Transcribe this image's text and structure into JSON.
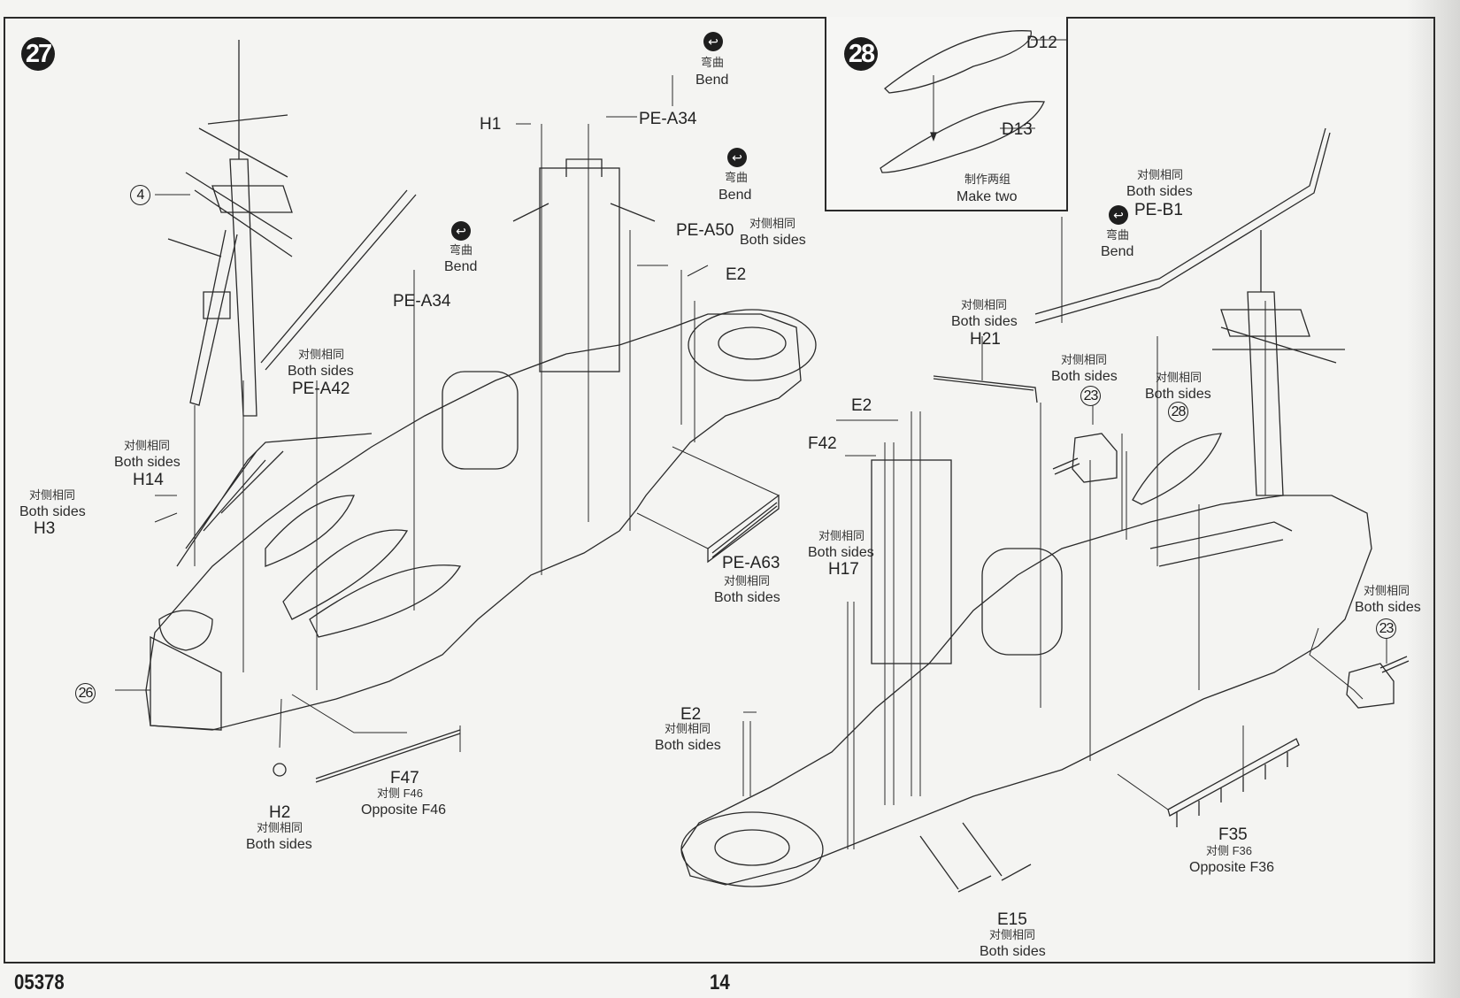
{
  "page": {
    "kit_number": "05378",
    "page_number": "14"
  },
  "steps": {
    "step27": {
      "number": "27"
    },
    "step28": {
      "number": "28",
      "parts": [
        "D12",
        "D13"
      ],
      "note_cn": "制作两组",
      "note_en": "Make two"
    }
  },
  "common": {
    "both_sides_cn": "对侧相同",
    "both_sides_en": "Both sides",
    "bend_cn": "弯曲",
    "bend_en": "Bend",
    "opposite_cn_prefix": "对侧"
  },
  "callouts": {
    "ref4": "4",
    "ref26": "26",
    "ref23a": "23",
    "ref23b": "23",
    "ref28": "28",
    "h1": "H1",
    "pe_a34_top": "PE-A34",
    "pe_a34_left": "PE-A34",
    "pe_a50": "PE-A50",
    "e2_top": "E2",
    "pe_a42": "PE-A42",
    "h14": "H14",
    "h3": "H3",
    "h2": "H2",
    "f47": "F47",
    "f47_opposite_cn": "对侧 F46",
    "f47_opposite_en": "Opposite F46",
    "pe_a63": "PE-A63",
    "h21": "H21",
    "pe_b1": "PE-B1",
    "e2_mid": "E2",
    "f42": "F42",
    "h17": "H17",
    "e2_low": "E2",
    "f35": "F35",
    "f35_opposite_cn": "对侧 F36",
    "f35_opposite_en": "Opposite F36",
    "e15": "E15"
  },
  "icons": {
    "bend": "bend-arrow-icon",
    "step": "step-number-badge",
    "ref": "circled-subassembly-reference"
  }
}
